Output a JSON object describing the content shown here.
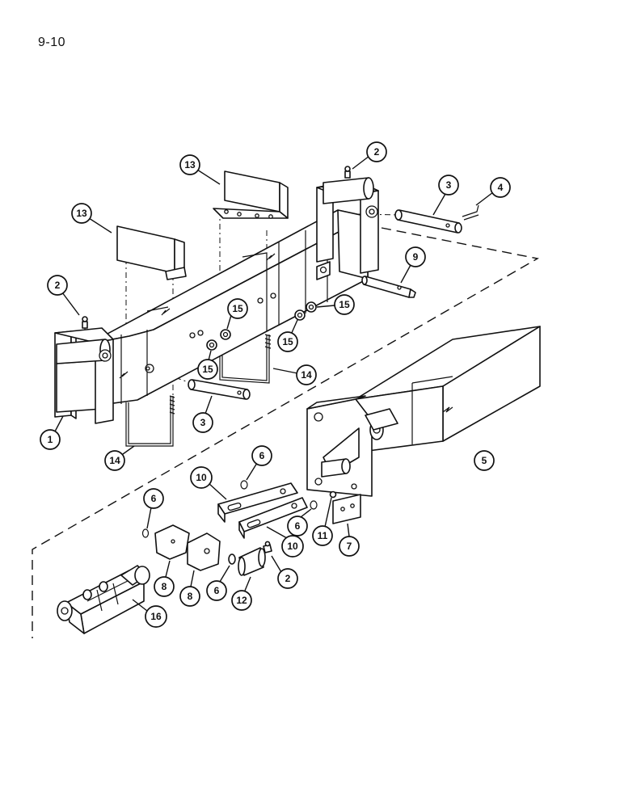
{
  "page_number": "9-10",
  "callouts": {
    "c1": "1",
    "c2a": "2",
    "c2b": "2",
    "c2c": "2",
    "c3a": "3",
    "c3b": "3",
    "c4": "4",
    "c5": "5",
    "c6a": "6",
    "c6b": "6",
    "c6c": "6",
    "c6d": "6",
    "c7": "7",
    "c8a": "8",
    "c8b": "8",
    "c9": "9",
    "c10a": "10",
    "c10b": "10",
    "c11": "11",
    "c12": "12",
    "c13a": "13",
    "c13b": "13",
    "c14a": "14",
    "c14b": "14",
    "c15a": "15",
    "c15b": "15",
    "c15c": "15",
    "c15d": "15",
    "c16": "16"
  }
}
